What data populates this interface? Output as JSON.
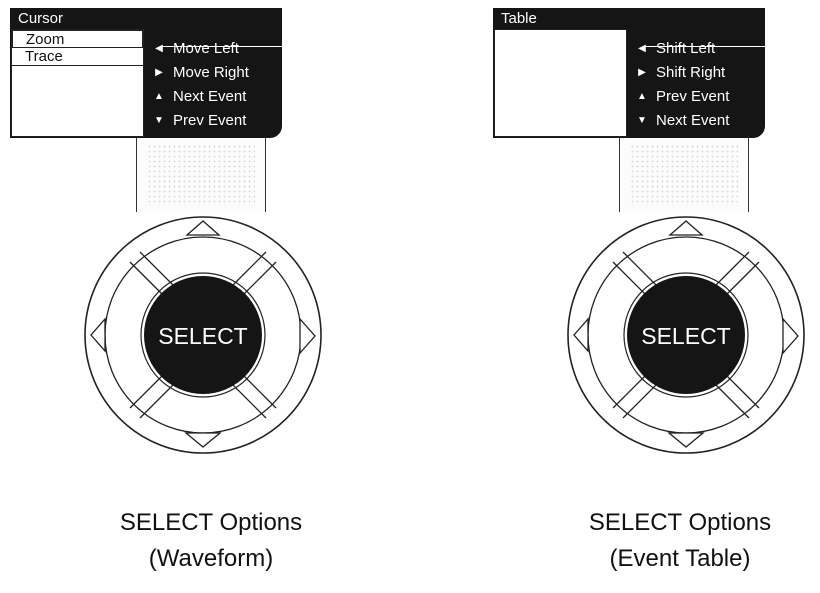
{
  "panels": [
    {
      "menu_title": "Cursor",
      "menu_items": [
        "Zoom",
        "Trace"
      ],
      "actions": [
        {
          "icon": "left-triangle",
          "label": "Move Left"
        },
        {
          "icon": "right-triangle",
          "label": "Move Right"
        },
        {
          "icon": "up-triangle",
          "label": "Next Event"
        },
        {
          "icon": "down-triangle",
          "label": "Prev Event"
        }
      ],
      "select_label": "SELECT",
      "caption_line1": "SELECT Options",
      "caption_line2": "(Waveform)"
    },
    {
      "menu_title": "Table",
      "menu_items": [],
      "actions": [
        {
          "icon": "left-triangle",
          "label": "Shift Left"
        },
        {
          "icon": "right-triangle",
          "label": "Shift Right"
        },
        {
          "icon": "up-triangle",
          "label": "Prev Event"
        },
        {
          "icon": "down-triangle",
          "label": "Next Event"
        }
      ],
      "select_label": "SELECT",
      "caption_line1": "SELECT Options",
      "caption_line2": "(Event Table)"
    }
  ]
}
